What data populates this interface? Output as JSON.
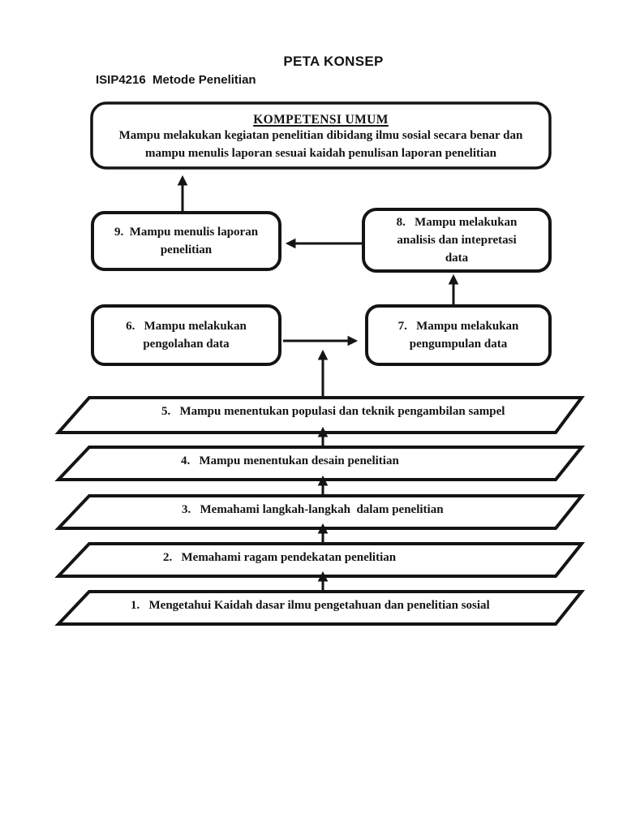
{
  "document": {
    "title": "PETA KONSEP",
    "course_code": "ISIP4216  Metode Penelitian"
  },
  "concept_map": {
    "kompetensi_umum": {
      "heading": "KOMPETENSI UMUM",
      "body": "Mampu melakukan kegiatan penelitian dibidang ilmu sosial secara benar dan\nmampu menulis laporan sesuai kaidah penulisan laporan penelitian"
    },
    "competency_boxes": {
      "box_9": "9.  Mampu menulis laporan\npenelitian",
      "box_8": "8.   Mampu melakukan\nanalisis dan intepretasi\ndata",
      "box_6": "6.   Mampu melakukan\npengolahan data",
      "box_7": "7.   Mampu melakukan\npengumpulan data"
    },
    "foundation_steps": [
      {
        "label": "5.   Mampu menentukan populasi dan teknik pengambilan sampel"
      },
      {
        "label": "4.   Mampu menentukan desain penelitian"
      },
      {
        "label": "3.   Memahami langkah-langkah  dalam penelitian"
      },
      {
        "label": "2.   Memahami ragam pendekatan penelitian"
      },
      {
        "label": "1.   Mengetahui Kaidah dasar ilmu pengetahuan dan penelitian sosial"
      }
    ],
    "arrows": [
      "box9-to-kompetensi-umum",
      "box8-to-box9",
      "box7-to-box8",
      "box6-to-box7",
      "step5-to-box-row",
      "step4-to-step5",
      "step3-to-step4",
      "step2-to-step3",
      "step1-to-step2"
    ]
  },
  "colors": {
    "ink": "#141414",
    "page_background": "#ffffff"
  }
}
